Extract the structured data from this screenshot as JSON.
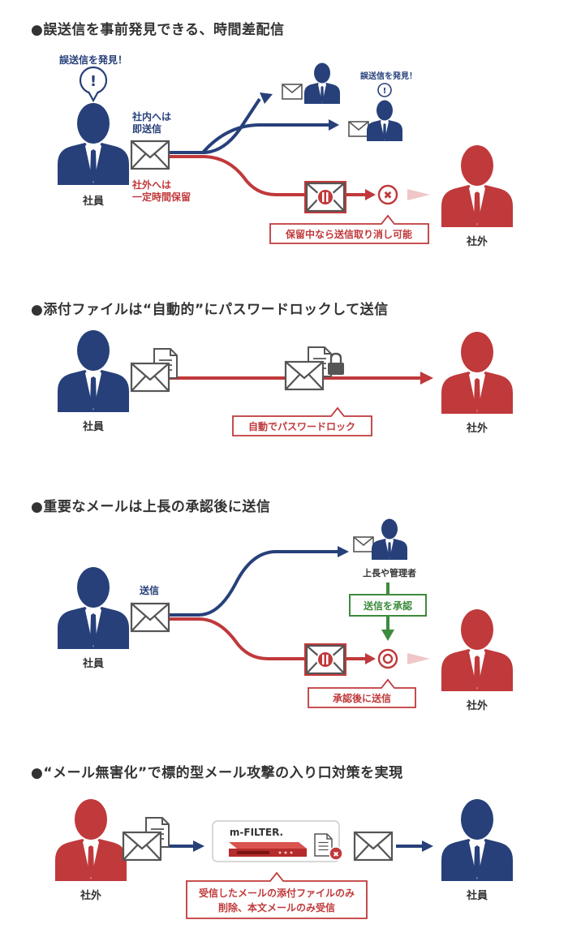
{
  "colors": {
    "navy": "#27407a",
    "red": "#c0393b",
    "green": "#3d8b3d",
    "pink": "#f0c6c6",
    "gray": "#555555"
  },
  "sections": [
    {
      "title": "●誤送信を事前発見できる、時間差配信",
      "sender_label": "社員",
      "speech_label": "誤送信を発見！",
      "speech_label_small": "誤送信を発見！",
      "internal_label_1": "社内へは",
      "internal_label_2": "即送信",
      "external_label_1": "社外へは",
      "external_label_2": "一定時間保留",
      "callout": "保留中なら送信取り消し可能",
      "receiver_label": "社外"
    },
    {
      "title": "●添付ファイルは“自動的”にパスワードロックして送信",
      "sender_label": "社員",
      "callout": "自動でパスワードロック",
      "receiver_label": "社外"
    },
    {
      "title": "●重要なメールは上長の承認後に送信",
      "sender_label": "社員",
      "send_label": "送信",
      "approver_label": "上長や管理者",
      "approve_box": "送信を承認",
      "callout": "承認後に送信",
      "receiver_label": "社外"
    },
    {
      "title": "●“メール無害化”で標的型メール攻撃の入り口対策を実現",
      "sender_label": "社外",
      "product_logo": "m-FILTER.",
      "callout_1": "受信したメールの添付ファイルのみ",
      "callout_2": "削除、本文メールのみ受信",
      "receiver_label": "社員"
    }
  ]
}
